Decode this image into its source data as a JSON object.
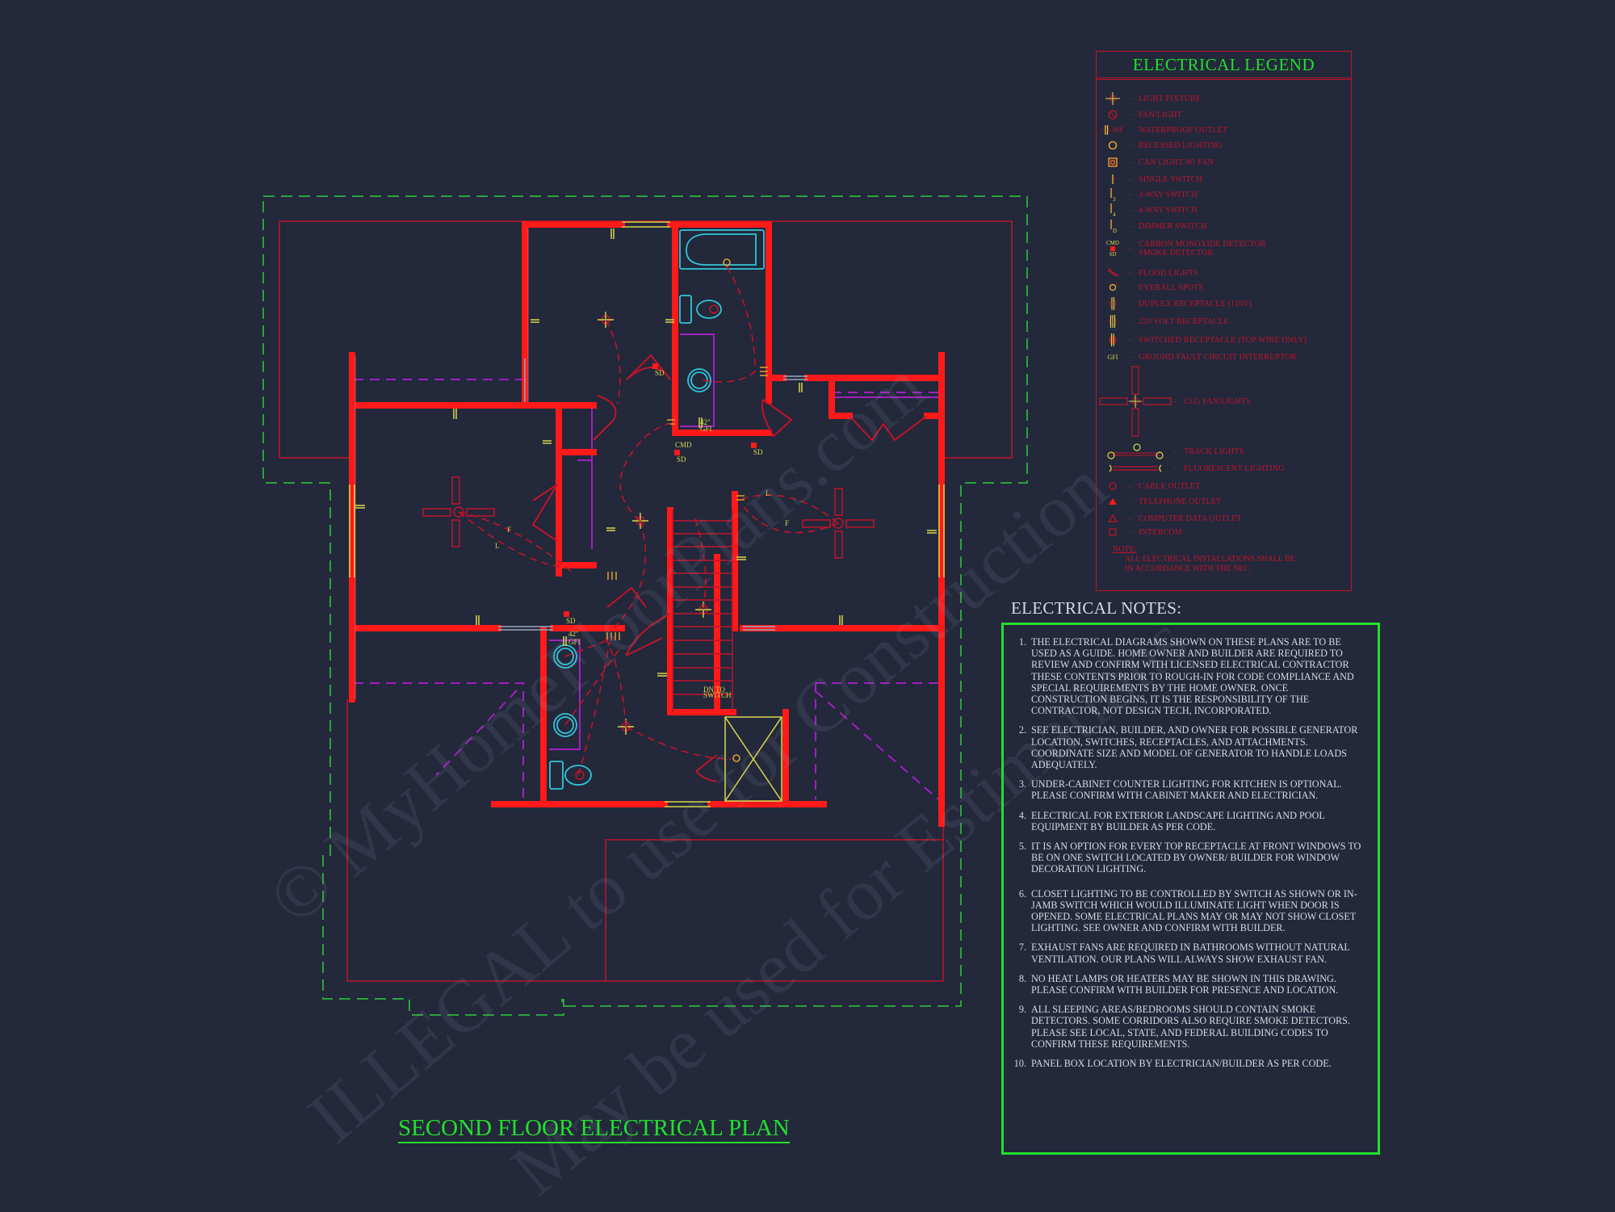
{
  "drawing": {
    "title": "SECOND FLOOR ELECTRICAL PLAN",
    "background": "#23283b",
    "colors": {
      "walls": "#ff1a1a",
      "thin_lines": "#c0142a",
      "fixtures": "#d8d84a",
      "plumbing": "#2fc6d8",
      "roof_outline": "#2aa43a",
      "cabinets": "#a020c0",
      "title_green": "#22e02c",
      "notes_text": "#d9dae0"
    },
    "plan_labels": {
      "sd": "SD",
      "cmd": "CMD",
      "gfi": "GFI",
      "height_42": "42\"",
      "f": "F",
      "l": "L",
      "dn_to": "DN TO",
      "switch": "SWITCH"
    }
  },
  "watermark": {
    "line1": "© MyHomeFloorPlans.com",
    "line2": "ILLEGAL to use for Construction",
    "line3": "May be used for Estimations"
  },
  "legend": {
    "title": "ELECTRICAL LEGEND",
    "items": [
      {
        "icon": "light-fixture-icon",
        "label": "LIGHT FIXTURE"
      },
      {
        "icon": "fan-light-icon",
        "label": "FAN/LIGHT"
      },
      {
        "icon": "waterproof-outlet-icon",
        "prefix": "WP",
        "label": "WATERPROOF OUTLET"
      },
      {
        "icon": "recessed-lighting-icon",
        "label": "RECESSED LIGHTING"
      },
      {
        "icon": "can-light-fan-icon",
        "label": "CAN LIGHT W/ FAN"
      },
      {
        "icon": "single-switch-icon",
        "label": "SINGLE SWITCH"
      },
      {
        "icon": "three-way-switch-icon",
        "label": "3-WAY SWITCH"
      },
      {
        "icon": "four-way-switch-icon",
        "label": "4-WAY SWITCH"
      },
      {
        "icon": "dimmer-switch-icon",
        "label": "DIMMER SWITCH"
      },
      {
        "icon": "co-smoke-detector-icon",
        "label": "CARBON MONOXIDE DETECTOR",
        "label2": "SMOKE DETECTOR",
        "sym_top": "CMD",
        "sym_bottom": "SD"
      },
      {
        "icon": "flood-lights-icon",
        "label": "FLOOD LIGHTS"
      },
      {
        "icon": "eyeball-spots-icon",
        "label": "EYEBALL SPOTS"
      },
      {
        "icon": "duplex-receptacle-icon",
        "label": "DUPLEX RECEPTACLE (110V)"
      },
      {
        "icon": "220-volt-receptacle-icon",
        "label": "220 VOLT RECEPTACLE"
      },
      {
        "icon": "switched-receptacle-icon",
        "label": "SWITCHED RECEPTACLE (TOP WIRE ONLY)"
      },
      {
        "icon": "gfi-icon",
        "sym": "GFI",
        "label": "GROUND FAULT CIRCUIT INTERRUPTOR"
      },
      {
        "icon": "ceiling-fan-lights-icon",
        "label": "CLG FAN/LIGHTS"
      },
      {
        "icon": "track-lights-icon",
        "label": "TRACK LIGHTS"
      },
      {
        "icon": "fluorescent-lighting-icon",
        "label": "FLUORESCENT LIGHTING"
      },
      {
        "icon": "cable-outlet-icon",
        "label": "CABLE OUTLET"
      },
      {
        "icon": "telephone-outlet-icon",
        "label": "TELEPHONE OUTLET"
      },
      {
        "icon": "computer-data-outlet-icon",
        "label": "COMPUTER DATA OUTLET"
      },
      {
        "icon": "intercom-icon",
        "label": "INTERCOM"
      }
    ],
    "dash": "-",
    "note_heading": "NOTE:",
    "note_line1": "ALL ELECTRICAL INSTALLATIONS SHALL BE",
    "note_line2": "IN ACCORDANCE WITH THE NEC."
  },
  "notes": {
    "heading": "ELECTRICAL NOTES:",
    "items": [
      {
        "num": "1.",
        "text": "THE ELECTRICAL DIAGRAMS SHOWN ON THESE PLANS ARE TO BE USED AS A GUIDE.  HOME OWNER AND BUILDER ARE REQUIRED TO REVIEW AND CONFIRM WITH LICENSED ELECTRICAL CONTRACTOR THESE CONTENTS PRIOR TO ROUGH-IN FOR CODE COMPLIANCE AND SPECIAL REQUIREMENTS BY THE HOME OWNER.  ONCE CONSTRUCTION BEGINS, IT IS THE RESPONSIBILITY OF THE CONTRACTOR, NOT DESIGN TECH, INCORPORATED."
      },
      {
        "num": "2.",
        "text": "SEE ELECTRICIAN, BUILDER, AND OWNER FOR POSSIBLE GENERATOR LOCATION, SWITCHES, RECEPTACLES, AND ATTACHMENTS.  COORDINATE SIZE AND MODEL OF GENERATOR TO HANDLE LOADS ADEQUATELY."
      },
      {
        "num": "3.",
        "text": "UNDER-CABINET COUNTER LIGHTING FOR KITCHEN IS OPTIONAL.  PLEASE CONFIRM WITH CABINET MAKER AND ELECTRICIAN."
      },
      {
        "num": "4.",
        "text": "ELECTRICAL FOR EXTERIOR LANDSCAPE LIGHTING AND POOL EQUIPMENT BY BUILDER AS PER CODE."
      },
      {
        "num": "5.",
        "text": "IT IS AN OPTION FOR EVERY TOP RECEPTACLE AT FRONT WINDOWS TO BE ON ONE SWITCH LOCATED BY OWNER/ BUILDER FOR WINDOW DECORATION LIGHTING."
      },
      {
        "num": "6.",
        "text": "CLOSET LIGHTING TO BE CONTROLLED BY SWITCH AS SHOWN OR IN-JAMB SWITCH WHICH WOULD ILLUMINATE LIGHT WHEN DOOR IS OPENED.  SOME ELECTRICAL PLANS MAY OR MAY NOT SHOW CLOSET LIGHTING.  SEE OWNER AND CONFIRM WITH BUILDER."
      },
      {
        "num": "7.",
        "text": "EXHAUST FANS ARE REQUIRED IN BATHROOMS WITHOUT NATURAL VENTILATION.  OUR PLANS WILL ALWAYS SHOW EXHAUST FAN."
      },
      {
        "num": "8.",
        "text": "NO HEAT LAMPS OR HEATERS MAY BE SHOWN IN THIS DRAWING.  PLEASE CONFIRM WITH BUILDER FOR PRESENCE AND LOCATION."
      },
      {
        "num": "9.",
        "text": "ALL SLEEPING AREAS/BEDROOMS SHOULD CONTAIN SMOKE DETECTORS.  SOME CORRIDORS ALSO REQUIRE SMOKE DETECTORS.  PLEASE SEE LOCAL, STATE, AND FEDERAL BUILDING CODES TO CONFIRM THESE REQUIREMENTS."
      },
      {
        "num": "10.",
        "text": "PANEL BOX LOCATION BY ELECTRICIAN/BUILDER AS PER CODE."
      }
    ]
  }
}
